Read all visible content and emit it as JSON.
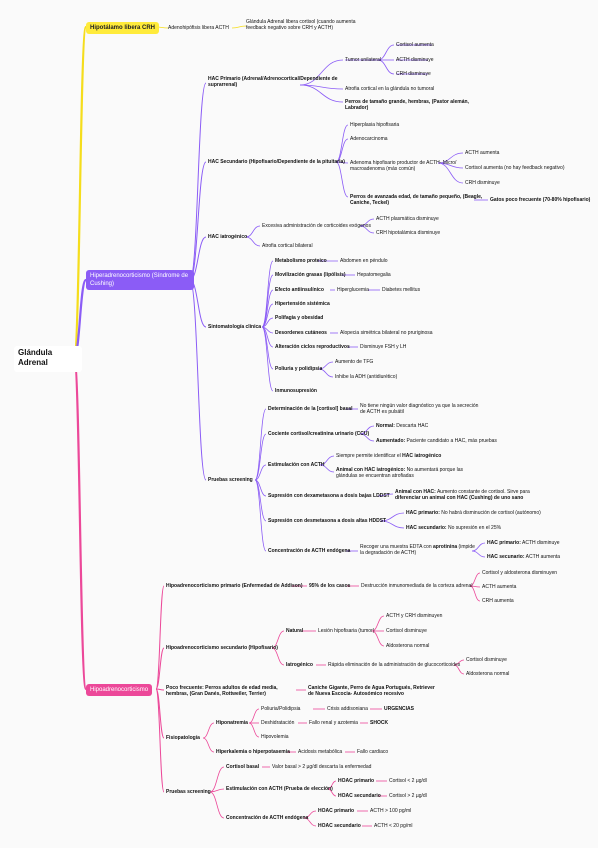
{
  "colors": {
    "yellow": "#f5dd1c",
    "purple": "#8b5cf6",
    "pink": "#ec4899"
  },
  "root": "Glándula Adrenal",
  "hipotalamo": {
    "label": "Hipotálamo libera CRH",
    "child": "Adenohipófisis libera ACTH",
    "grandchild": "Glándula Adrenal libera cortisol (cuando aumenta feedback negativo sobre CRH y ACTH)"
  },
  "hiper": {
    "label": "Hiperadrenocorticismo (Síndrome de Cushing)",
    "hac_primario": "HAC Primario (Adrenal/Adrenocortical/Dependiente de suprarrenal)",
    "tumor_unilateral": "Tumor unilateral",
    "cortisol_aumenta": "Cortisol aumenta",
    "acth_disminuye": "ACTH disminuye",
    "crh_disminuye": "CRH disminuye",
    "atrofia_contralateral": "Atrofia cortical en la glándula no tumoral",
    "perros_grandes": "Perros de tamaño grande, hembras, (Pastor alemán, Labrador)",
    "hac_secundario": "HAC Secundario (Hipofisario/Dependiente de la pituitaria)",
    "hiperplasia": "Hiperplasia hipofisaria",
    "adenocarcinoma": "Adenocarcinoma",
    "adenoma": "Adenoma hipofisario productor de ACTH- Micro/ macroadenoma (más común)",
    "acth_aumenta": "ACTH aumenta",
    "cortisol_aumenta_nofb": "Cortisol aumenta (no hay feedback negativo)",
    "crh_disminuye_2": "CRH disminuye",
    "perros_pequenos": "Perros de avanzada edad, de tamaño pequeño, (Beagle, Caniche, Teckel)",
    "gatos": "Gatos poco frecuente (70-80% hipofisario)",
    "hac_iatrogenico": "HAC iatrogénico",
    "exceso_corticoides": "Excesiva administración de corticoides exógenos",
    "acth_plasmatica": "ACTH plasmática disminuye",
    "crh_hipotalamica": "CRH hipotalámica disminuye",
    "atrofia_bilateral": "Atrofia cortical bilateral",
    "sintomatologia": "Sintomatología clínica",
    "metabolismo": "Metabolismo proteico",
    "abdomen": "Abdomen en péndulo",
    "movilizacion": "Movilización grasas (lipólisis)",
    "hepatomegalia": "Hepatomegalia",
    "efecto_antiinsulinico": "Efecto antiinsulínico",
    "hiperglucemia": "Hiperglucemia",
    "diabetes": "Diabetes mellitus",
    "hipertension": "Hipertensión sistémica",
    "polifagia": "Polifagia y obesidad",
    "desordenes": "Desordenes cutáneos",
    "alopecia": "Alopecia simétrica bilateral no pruriginosa",
    "alteracion": "Alteración ciclos reproductivos",
    "disminuye_fsh": "Disminuye FSH y LH",
    "poliuria": "Poliuria y polidipsia",
    "aumento_tfg": "Aumento de TFG",
    "inhibe_adh": "Inhibe la ADH (antidiurético)",
    "inmunosupresion": "Inmunosupresión",
    "pruebas": "Pruebas screening",
    "determinacion": "Determinación de la [cortisol] basal",
    "no_tiene_valor": "No tiene ningún valor diagnóstico ya que la secreción de ACTH es pulsátil",
    "cociente": "Cociente cortisol/creatinina urinario (CCU)",
    "normal_prefix": "Normal:",
    "normal_text": " Descarta HAC",
    "aumentado_prefix": "Aumentado:",
    "aumentado_text": " Paciente candidato a HAC, más pruebas",
    "estimulacion": "Estimulación con ACTH",
    "siempre_prefix": "Siempre permite identificar el ",
    "siempre_bold": "HAC iatrogénico",
    "animal_iatro_bold": "Animal con HAC iatrogénico:",
    "animal_iatro_text": " No aumentará porque las glándulas se encuentran atrofiadas",
    "supresion_bajas": "Supresión con dexametasona a dosis bajas LDDST",
    "animal_hac_bold": "Animal con HAC:",
    "animal_hac_text": " Aumento constante de cortisol. Sirve para ",
    "animal_hac_bold2": "diferenciar un animal con HAC (Cushing) de uno sano",
    "supresion_altas": "Supresión con desmetasona a dosis altas HDDST",
    "hac_primario_prefix": "HAC primario:",
    "hac_primario_text": " No habrá disminución de cortisol (autónomo)",
    "hac_secundario_prefix": "HAC secundario:",
    "hac_secundario_text": " No supresión en el 25%",
    "concentracion": "Concentración de ACTH endógena",
    "recoger_prefix": "Recoger una muestra EDTA con ",
    "recoger_bold": "aprotinina",
    "recoger_text": " (impide la degradación de ACTH)",
    "hac_prim_acth_prefix": "HAC primario:",
    "hac_prim_acth_text": " ACTH disminuye",
    "hac_sec_acth_prefix": "HAC secunario:",
    "hac_sec_acth_text": " ACTH aumenta"
  },
  "hipo": {
    "label": "Hipoadrenocorticismo",
    "primario": "Hipoadrenocorticismo primario (Enfermedad de Addison)",
    "casos": "95% de los casos",
    "destruccion": "Destrucción inmunomediada de la corteza adrenal",
    "cortisol_aldosterona": "Cortisol y aldosterona disminuyen",
    "acth_aumenta": "ACTH aumenta",
    "crh_aumenta": "CRH aumenta",
    "secundario": "Hipoadrenocorticismo secundario (Hipofisario)",
    "natural": "Natural",
    "lesion": "Lesión hipofisaria (tumor)",
    "acth_crh_dis": "ACTH y CRH disminuyen",
    "cortisol_dis": "Cortisol disminuye",
    "aldosterona_normal": "Aldosterona normal",
    "iatrogenico": "Iatrogénico",
    "rapida": "Rápida eliminación de la administración de glucocorticoides",
    "cortisol_dis_2": "Cortisol disminuye",
    "aldosterona_normal_2": "Aldosterona normal",
    "poco_frecuente": "Poco frecuente: Perros adultos de edad media, hembras, (Gran Danés, Rottweiler, Terrier)",
    "caniche": "Caniche Gigante, Perro de Agua Portugués, Retriever de Nueva Escocia- Autosómico recesivo",
    "fisiopatologia": "Fisiopatología",
    "hiponatremia": "Hiponatremia",
    "poliuria": "Poliuria/Polidipsia",
    "crisis": "Crisis addisoniana",
    "urgencias": "URGENCIAS",
    "deshidratacion": "Deshidratación",
    "fallo_renal": "Fallo renal y azotemia",
    "shock": "SHOCK",
    "hipovolemia": "Hipovolemia",
    "hiperkalemia": "Hiperkalemia o hiperpotasemia",
    "acidosis": "Acidosis metabólica",
    "fallo_cardiaco": "Fallo cardiaco",
    "pruebas": "Pruebas screening",
    "cortisol_basal": "Cortisol basal",
    "valor_basal": "Valor basal > 2 µg/dl descarta la enfermedad",
    "estimulacion": "Estimulación con ACTH (Prueba de elección)",
    "hoac_primario": "HOAC primario",
    "cortisol_lt2": "Cortisol < 2 µg/dl",
    "hoac_secundario": "HOAC secundario",
    "cortisol_gt2": "Cortisol > 2 µg/dl",
    "concentracion": "Concentración de ACTH endógena",
    "hoac_primario_2": "HOAC primario",
    "acth_gt100": "ACTH > 100 pg/ml",
    "hoac_secundario_2": "HOAC secundario",
    "acth_lt20": "ACTH < 20 pg/ml"
  }
}
